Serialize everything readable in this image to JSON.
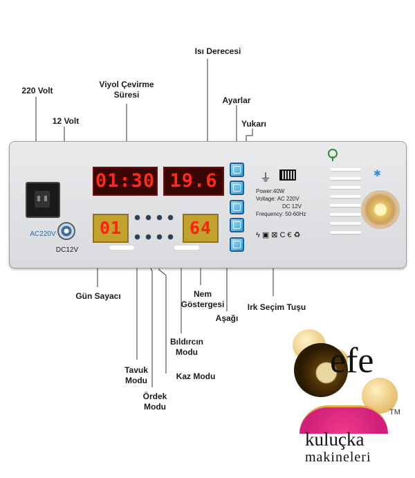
{
  "labels": {
    "isi_derecesi": "Isı Derecesi",
    "viyol_1": "Viyol Çevirme",
    "viyol_2": "Süresi",
    "ayarlar": "Ayarlar",
    "volt220": "220 Volt",
    "volt12": "12 Volt",
    "yukari": "Yukarı",
    "gun_sayaci": "Gün Sayacı",
    "nem_1": "Nem",
    "nem_2": "Göstergesi",
    "asagi": "Aşağı",
    "irk": "Irk Seçim Tuşu",
    "bildircin_1": "Bıldırcın",
    "bildircin_2": "Modu",
    "tavuk_1": "Tavuk",
    "tavuk_2": "Modu",
    "kaz": "Kaz Modu",
    "ordek_1": "Ördek",
    "ordek_2": "Modu"
  },
  "panel": {
    "socket_label": "AC220V",
    "dc_label": "DC12V",
    "display_time": "01:30",
    "display_temp": "19.6",
    "display_day": "01",
    "display_humidity": "64",
    "spec_power": "Power:40W",
    "spec_voltage": "Voltage: AC  220V",
    "spec_dc": "DC  12V",
    "spec_freq": "Frequency: 50-60Hz"
  },
  "logo": {
    "brand": "efe",
    "tm": "TM",
    "line1": "kuluçka",
    "line2": "makineleri"
  },
  "colors": {
    "display_red": "#ff2a1a",
    "display_yellow_bg": "#c2a22c",
    "button_blue": "#3ba3db"
  }
}
